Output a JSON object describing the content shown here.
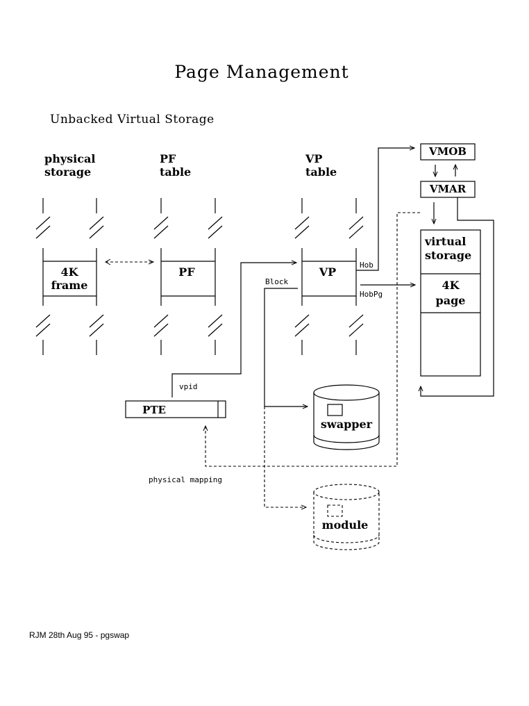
{
  "title": "Page Management",
  "subtitle": "Unbacked Virtual Storage",
  "columns": {
    "physical_storage": [
      "physical",
      "storage"
    ],
    "pf_table": [
      "PF",
      "table"
    ],
    "vp_table": [
      "VP",
      "table"
    ]
  },
  "cells": {
    "frame": [
      "4K",
      "frame"
    ],
    "pf": "PF",
    "vp": "VP"
  },
  "boxes": {
    "vmob": "VMOB",
    "vmar": "VMAR",
    "virtual_storage": [
      "virtual",
      "storage"
    ],
    "page": [
      "4K",
      "page"
    ],
    "pte": "PTE"
  },
  "cylinders": {
    "swapper": "swapper",
    "module": "module"
  },
  "labels": {
    "hob": "Hob",
    "hobpg": "HobPg",
    "block": "Block",
    "vpid": "vpid",
    "physical_mapping": "physical mapping"
  },
  "footer": "RJM 28th Aug 95 - pgswap"
}
